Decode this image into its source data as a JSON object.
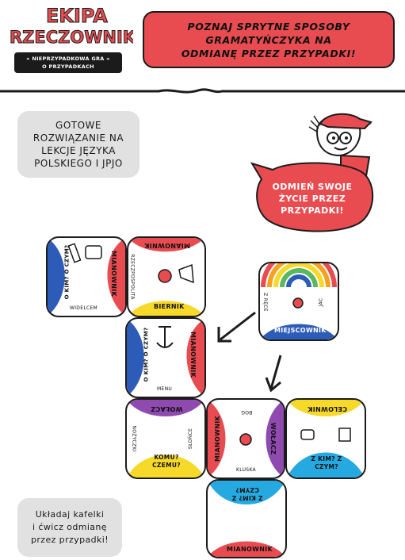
{
  "logo": {
    "line1": "EKIPA",
    "line2": "RZECZOWNIKA",
    "sub_line1": "» NIEPRZYPADKOWA GRA «",
    "sub_line2": "O PRZYPADKACH"
  },
  "banner": {
    "line1": "POZNAJ SPRYTNE SPOSOBY",
    "line2": "GRAMATYŃCZYKA NA",
    "line3": "ODMIANĘ PRZEZ PRZYPADKI!"
  },
  "note_top": {
    "line1": "GOTOWE",
    "line2": "ROZWIĄZANIE NA",
    "line3": "LEKCJE JĘZYKA",
    "line4": "POLSKIEGO I JPJO"
  },
  "bubble": {
    "line1": "ODMIEŃ SWOJE",
    "line2": "ŻYCIE PRZEZ",
    "line3": "PRZYPADKI!"
  },
  "note_bottom": {
    "line1": "Układaj kafelki",
    "line2": "i ćwicz odmianę",
    "line3": "przez przypadki!"
  },
  "tiles": {
    "t1": {
      "case": "MIANOWNIK",
      "question": "O KIM? O CZYM?",
      "word": "WIDELCEM"
    },
    "t2": {
      "case_top": "MIANOWNIK",
      "case_bottom": "BIERNIK",
      "word_side": "RZECZPOSPOLITA"
    },
    "t3": {
      "case": "MIEJSCOWNIK",
      "word_left": "Z RĘCE",
      "word_right": "JAC"
    },
    "t4": {
      "case": "MIANOWNIK",
      "question": "O KIM? O CZYM?",
      "word": "MENU"
    },
    "t5": {
      "case_top": "WOŁACZ",
      "question": "KOMU? CZEMU?",
      "word_left": "NOŻYCZKI",
      "word_right": "SŁOŃCE"
    },
    "t6": {
      "case_left": "MIANOWNIK",
      "case_right": "WOŁACZ",
      "word_top": "BÓG",
      "word_bottom": "KLUSKA"
    },
    "t7": {
      "case": "CELOWNIK",
      "question": "Z KIM? Z CZYM?"
    },
    "t8": {
      "question": "Z KIM? Z CZYM?",
      "case": "MIANOWNIK"
    }
  },
  "colors": {
    "red": "#e84c51",
    "blue": "#2d5cb8",
    "purple": "#8f4ab0",
    "yellow": "#f7d92a",
    "cyan": "#25a9e0",
    "gray": "#e1e1e1"
  }
}
